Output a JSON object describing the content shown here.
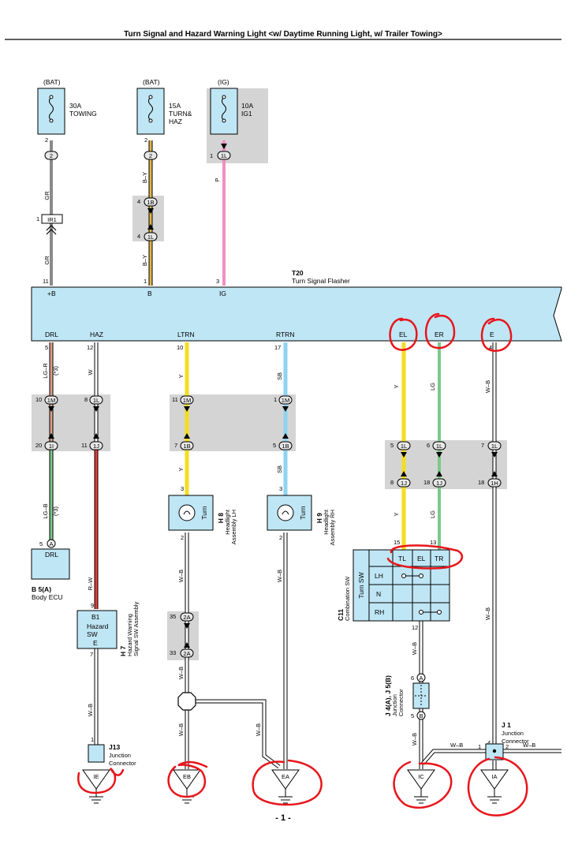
{
  "title": "Turn Signal and Hazard Warning Light <w/ Daytime Running Light, w/ Trailer Towing>",
  "page_number": "- 1 -",
  "fuses": [
    {
      "source": "(BAT)",
      "rating": "30A",
      "name_line1": "TOWING",
      "name_line2": "",
      "pin": "2",
      "connector": "2"
    },
    {
      "source": "(BAT)",
      "rating": "15A",
      "name_line1": "TURN&",
      "name_line2": "HAZ",
      "pin": "2",
      "connector": "2"
    },
    {
      "source": "(IG)",
      "rating": "10A",
      "name_line1": "IG1",
      "name_line2": "",
      "pin": "1",
      "connector": "1L"
    }
  ],
  "wires_top": {
    "gr_upper": "GR",
    "gr_lower": "GR",
    "by_upper": "B–Y",
    "by_lower": "B–Y",
    "p": "P"
  },
  "ir1": {
    "pin": "1",
    "label": "IR1"
  },
  "haz_junction": {
    "pin_top": "4",
    "conn_top": "1B",
    "pin_bottom": "4",
    "conn_bottom": "1L"
  },
  "flasher": {
    "code": "T20",
    "name": "Turn Signal Flasher",
    "top_pins": [
      {
        "num": "11",
        "label": "+B"
      },
      {
        "num": "1",
        "label": "B"
      },
      {
        "num": "3",
        "label": "IG"
      }
    ],
    "bottom_pins": [
      {
        "num": "5",
        "label": "DRL"
      },
      {
        "num": "12",
        "label": "HAZ"
      },
      {
        "num": "10",
        "label": "LTRN"
      },
      {
        "num": "17",
        "label": "RTRN"
      },
      {
        "num": "",
        "label": "EL"
      },
      {
        "num": "",
        "label": "ER"
      },
      {
        "num": "4",
        "label": "E"
      }
    ]
  },
  "wire_labels": {
    "lgr": "LG–R",
    "lgr_note": "(*3)",
    "w": "W",
    "y1": "Y",
    "sb1": "SB",
    "y2": "Y",
    "sb2": "SB",
    "lgb": "LG–B",
    "lgb_note": "(*3)",
    "rw": "R–W",
    "wb_h7": "W–B",
    "wb_h8": "W–B",
    "wb_h8b": "W–B",
    "wb_h8c": "W–B",
    "wb_h9": "W–B",
    "wb_h9b": "W–B",
    "y_el": "Y",
    "lg_er": "LG",
    "wb_e": "W–B",
    "y_el2": "Y",
    "lg_er2": "LG",
    "wb_e2": "W–B",
    "wb_c11": "W–B",
    "wb_j4": "W–B",
    "wb_j1a": "W–B",
    "wb_j1b": "W–B"
  },
  "junction_left": {
    "conns": [
      {
        "pin": "10",
        "id": "1M"
      },
      {
        "pin": "8",
        "id": "1L"
      },
      {
        "pin": "20",
        "id": "1I"
      },
      {
        "pin": "11",
        "id": "1J"
      }
    ]
  },
  "junction_mid": {
    "conns": [
      {
        "pin": "11",
        "id": "1M"
      },
      {
        "pin": "1",
        "id": "1M"
      },
      {
        "pin": "7",
        "id": "1B"
      },
      {
        "pin": "5",
        "id": "1B"
      }
    ]
  },
  "junction_right": {
    "conns": [
      {
        "pin": "5",
        "id": "1L"
      },
      {
        "pin": "6",
        "id": "1L"
      },
      {
        "pin": "7",
        "id": "1L"
      },
      {
        "pin": "8",
        "id": "1J"
      },
      {
        "pin": "18",
        "id": "1J"
      },
      {
        "pin": "18",
        "id": "1H"
      }
    ]
  },
  "h8": {
    "code": "H 8",
    "name_line1": "Headlight",
    "name_line2": "Assembly LH",
    "label": "Turn",
    "pin_top": "3",
    "pin_bottom": "2"
  },
  "h9": {
    "code": "H 9",
    "name_line1": "Headlight",
    "name_line2": "Assembly RH",
    "label": "Turn",
    "pin_top": "3",
    "pin_bottom": "2"
  },
  "b5": {
    "code": "B 5(A)",
    "name": "Body ECU",
    "label": "DRL",
    "pin": "5",
    "conn": "A"
  },
  "h7": {
    "code": "H 7",
    "name_line1": "Hazard Warning",
    "name_line2": "Signal SW Assembly",
    "pin_top_num": "9",
    "pin_top": "B1",
    "label_line1": "Hazard",
    "label_line2": "SW",
    "pin_bottom": "E",
    "pin_bottom_num": "7"
  },
  "c11": {
    "code": "C11",
    "name": "Combination SW",
    "label": "Turn SW",
    "cols": [
      "TL",
      "EL",
      "TR"
    ],
    "rows": [
      "LH",
      "N",
      "RH"
    ],
    "pin_tl": "15",
    "pin_tr": "13",
    "pin_bottom": "12"
  },
  "conn_2a": {
    "pin_top": "35",
    "id_top": "2A",
    "pin_bottom": "33",
    "id_bottom": "2A"
  },
  "j4": {
    "code": "J 4(A), J 5(B)",
    "name_line1": "Junction",
    "name_line2": "Connector",
    "pin_top": "6",
    "conn_top": "A",
    "pin_bottom": "5",
    "conn_bottom": "B"
  },
  "j1": {
    "code": "J 1",
    "name_line1": "Junction",
    "name_line2": "Connector",
    "pin_left": "4",
    "pin_a": "1",
    "pin_b": "2"
  },
  "j13": {
    "code": "J13",
    "name_line1": "Junction",
    "name_line2": "Connector",
    "pin": "1"
  },
  "grounds": [
    "IE",
    "EB",
    "EA",
    "IC",
    "IA"
  ],
  "colors": {
    "lightblue": "#bfe6f5",
    "grey_box": "#d4d4d4",
    "wire_grey": "#8a8a8a",
    "wire_yellow": "#f3de1f",
    "wire_pink": "#f08fc4",
    "wire_sky": "#8fd3f0",
    "wire_green": "#7cc98a",
    "wire_red": "#e23c3c",
    "wire_by": "#e0b64a",
    "annot_red": "#e8151b"
  }
}
